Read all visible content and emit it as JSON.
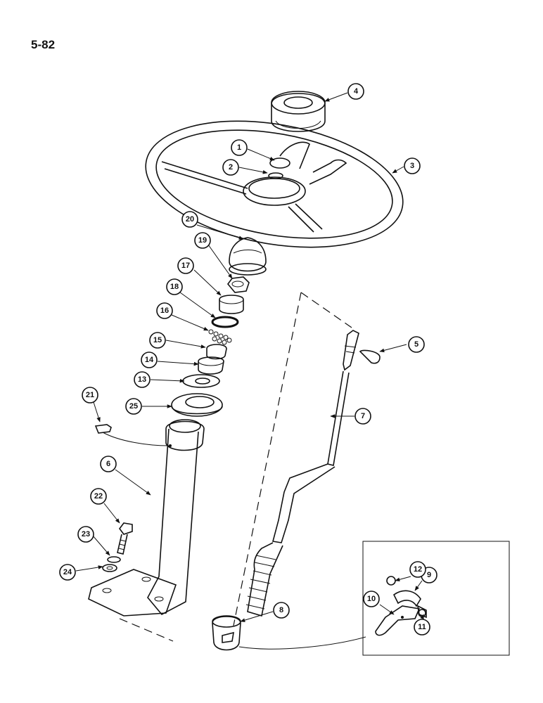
{
  "page_number": "5-82",
  "callouts": [
    {
      "id": "c1",
      "label": "1"
    },
    {
      "id": "c2",
      "label": "2"
    },
    {
      "id": "c3",
      "label": "3"
    },
    {
      "id": "c4",
      "label": "4"
    },
    {
      "id": "c5",
      "label": "5"
    },
    {
      "id": "c6",
      "label": "6"
    },
    {
      "id": "c7",
      "label": "7"
    },
    {
      "id": "c8",
      "label": "8"
    },
    {
      "id": "c9",
      "label": "9"
    },
    {
      "id": "c10",
      "label": "10"
    },
    {
      "id": "c11",
      "label": "11"
    },
    {
      "id": "c12",
      "label": "12"
    },
    {
      "id": "c13",
      "label": "13"
    },
    {
      "id": "c14",
      "label": "14"
    },
    {
      "id": "c15",
      "label": "15"
    },
    {
      "id": "c16",
      "label": "16"
    },
    {
      "id": "c17",
      "label": "17"
    },
    {
      "id": "c18",
      "label": "18"
    },
    {
      "id": "c19",
      "label": "19"
    },
    {
      "id": "c20",
      "label": "20"
    },
    {
      "id": "c21",
      "label": "21"
    },
    {
      "id": "c22",
      "label": "22"
    },
    {
      "id": "c23",
      "label": "23"
    },
    {
      "id": "c24",
      "label": "24"
    },
    {
      "id": "c25",
      "label": "25"
    }
  ]
}
